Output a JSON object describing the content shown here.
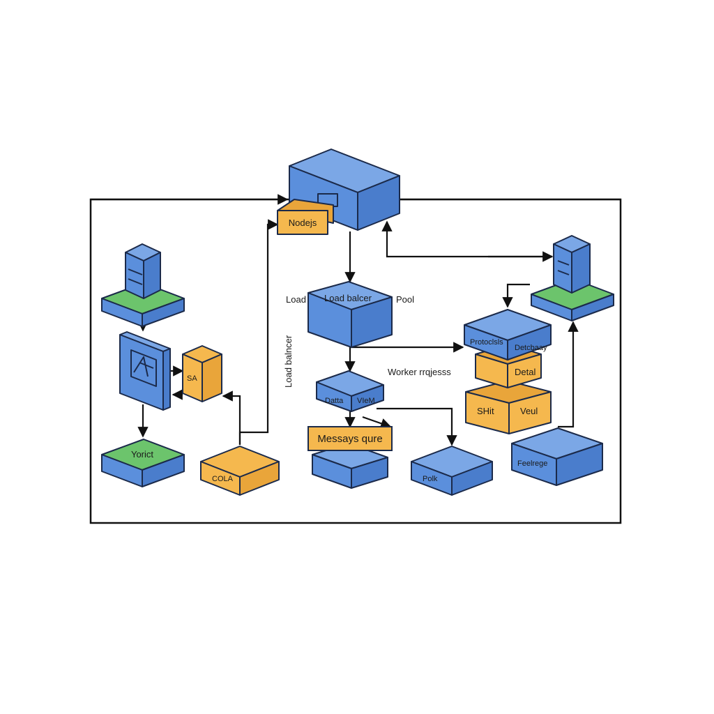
{
  "colors": {
    "blue_top": "#7ba7e6",
    "blue_front": "#5b8fdc",
    "blue_side": "#4a7dcc",
    "orange": "#f5b84e",
    "orange_dark": "#e9a53a",
    "green": "#6cc46c",
    "line": "#111111"
  },
  "labels": {
    "nodes_tag": "Nodejs",
    "load_left": "Load",
    "load_balancer": "Load balcer",
    "pool": "Pool",
    "load_balancer_vertical": "Load balncer",
    "worker_processes": "Worker rrqjesss",
    "data_view_left": "Datta",
    "data_view_right": "VIeM",
    "message_queue": "Messays qure",
    "sa": "SA",
    "yorict": "Yorict",
    "cola": "COLA",
    "polk": "Polk",
    "protocols": "Protoclsls",
    "database": "Detcbaay",
    "detail": "Detal",
    "stack_left": "SHit",
    "stack_right": "Veul",
    "storage": "Feelrege"
  }
}
